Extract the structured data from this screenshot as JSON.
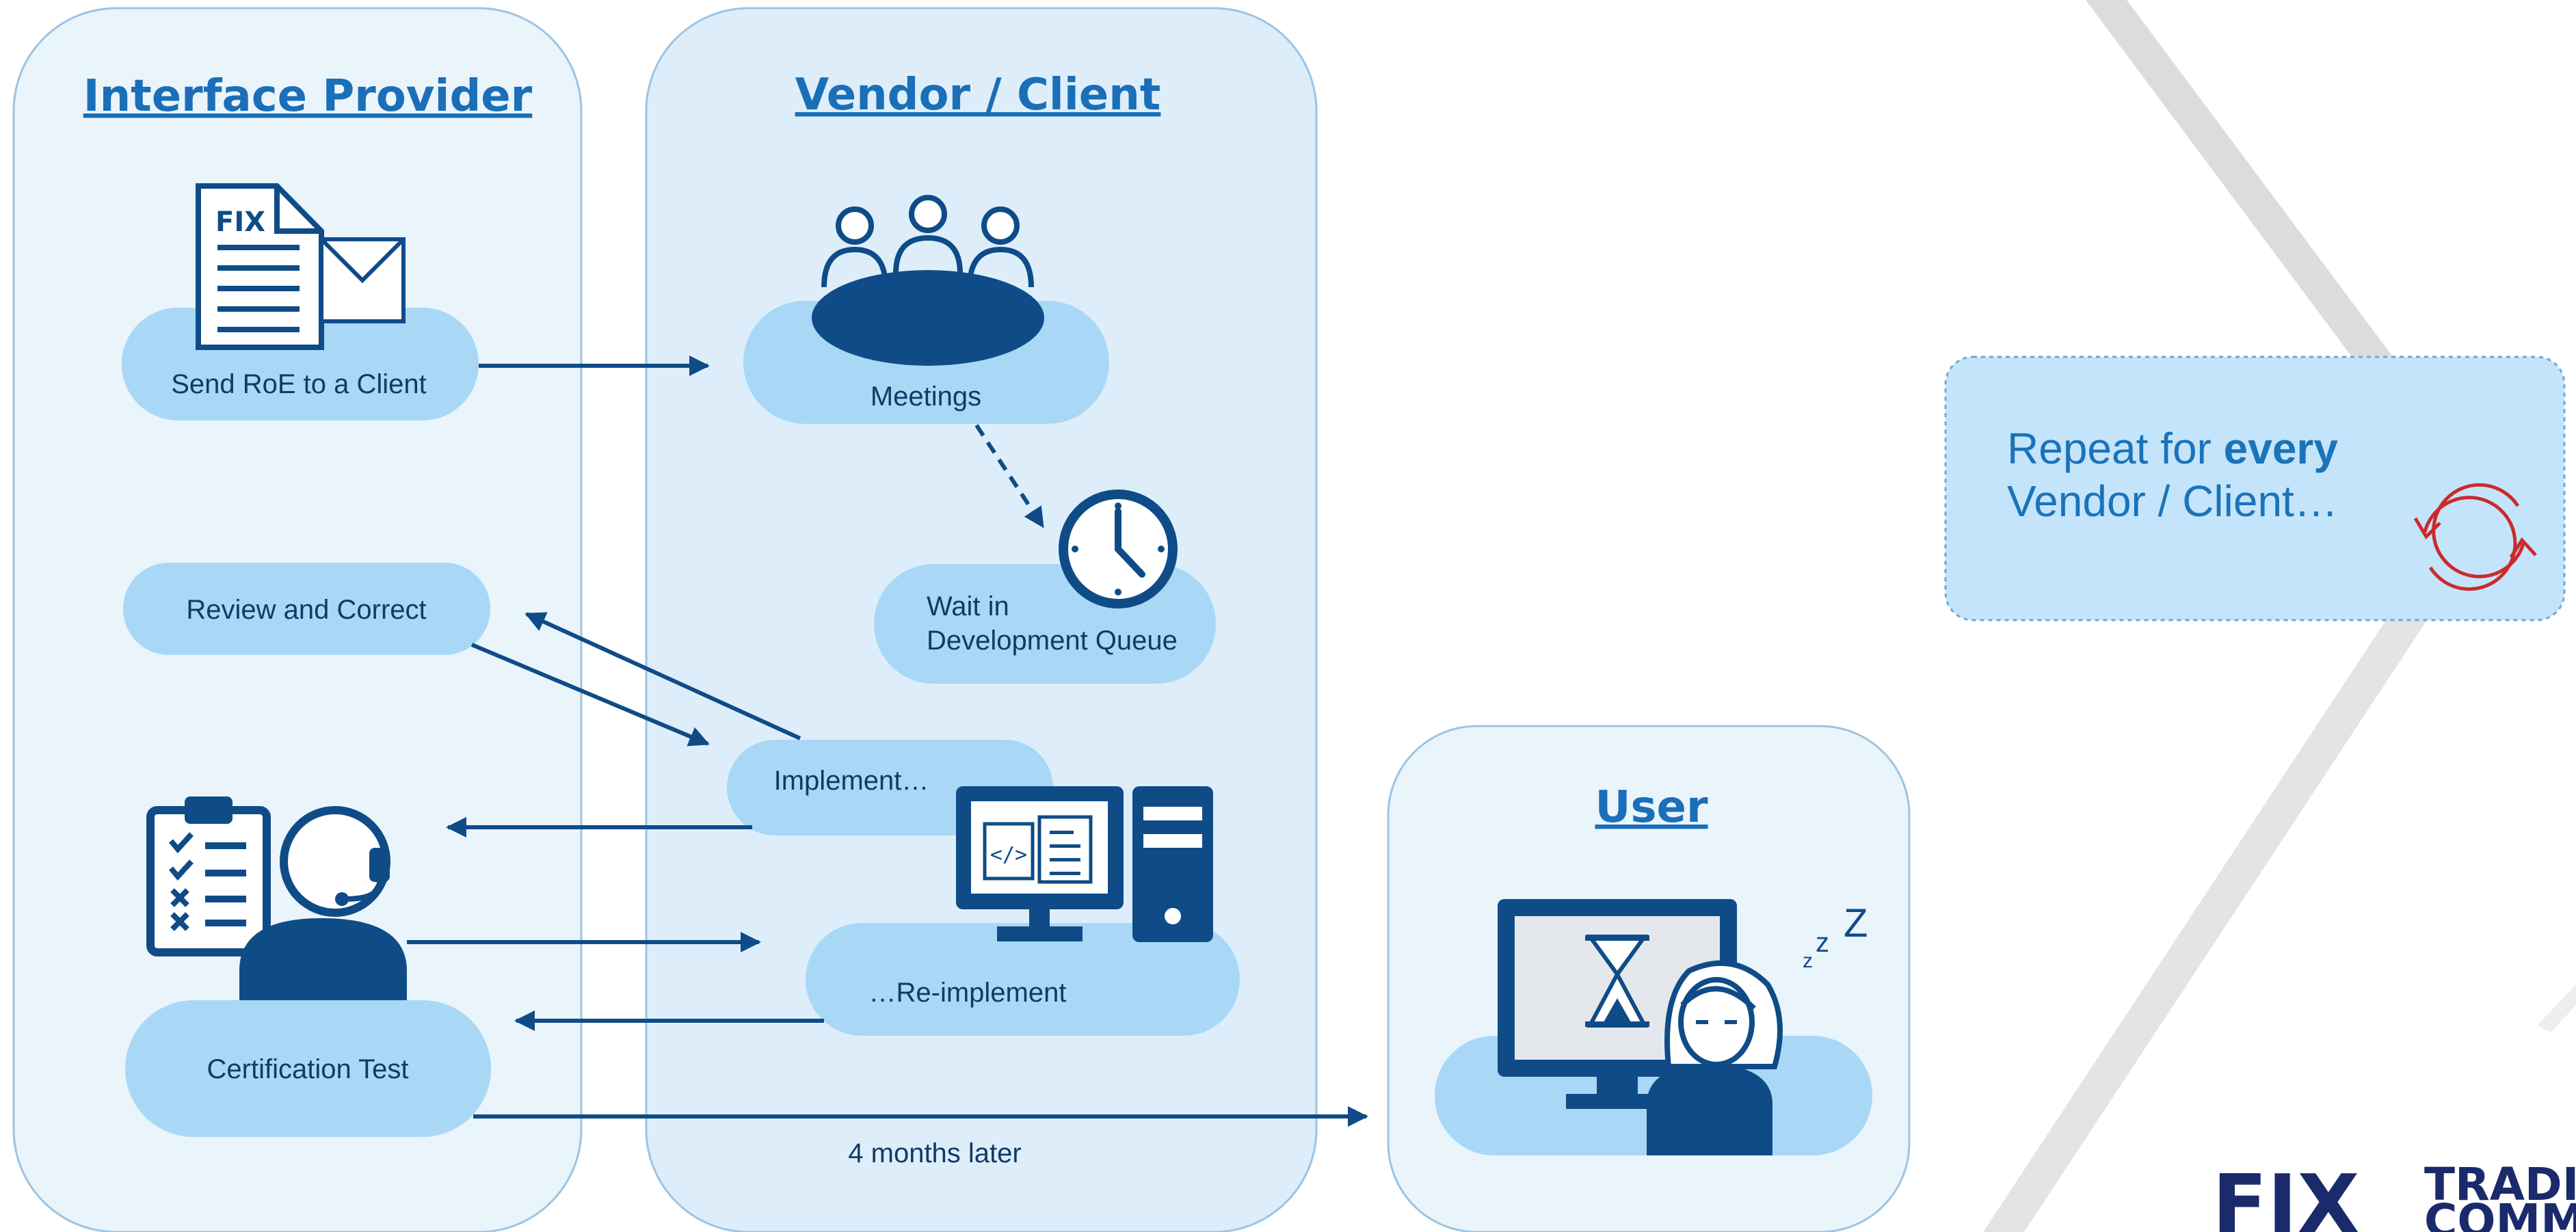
{
  "lanes": {
    "interface_provider": "Interface Provider",
    "vendor_client": "Vendor / Client",
    "user": "User"
  },
  "steps": {
    "send_roe": "Send RoE to a Client",
    "meetings": "Meetings",
    "wait_line1": "Wait in",
    "wait_line2": "Development Queue",
    "review_correct": "Review and Correct",
    "implement": "Implement…",
    "reimplement": "…Re-implement",
    "certification_test": "Certification Test"
  },
  "labels": {
    "delay": "4 months later",
    "doc_badge": "FIX",
    "sleep_z": [
      "z",
      "z",
      "Z"
    ]
  },
  "note": {
    "prefix": "Repeat for ",
    "emphasis": "every",
    "line2": "Vendor / Client…"
  },
  "logo": {
    "mark": "FIX",
    "line1": "TRADING",
    "line2": "COMMUNITY"
  },
  "colors": {
    "lane_fill": "#eaf4fb",
    "lane_fill_dark": "#ddeefa",
    "pill_fill": "#a9d8f7",
    "icon_navy": "#0f4c87",
    "arrow": "#0f4c87",
    "accent": "#1a6fb8",
    "refresh_red": "#cc2a2a"
  }
}
